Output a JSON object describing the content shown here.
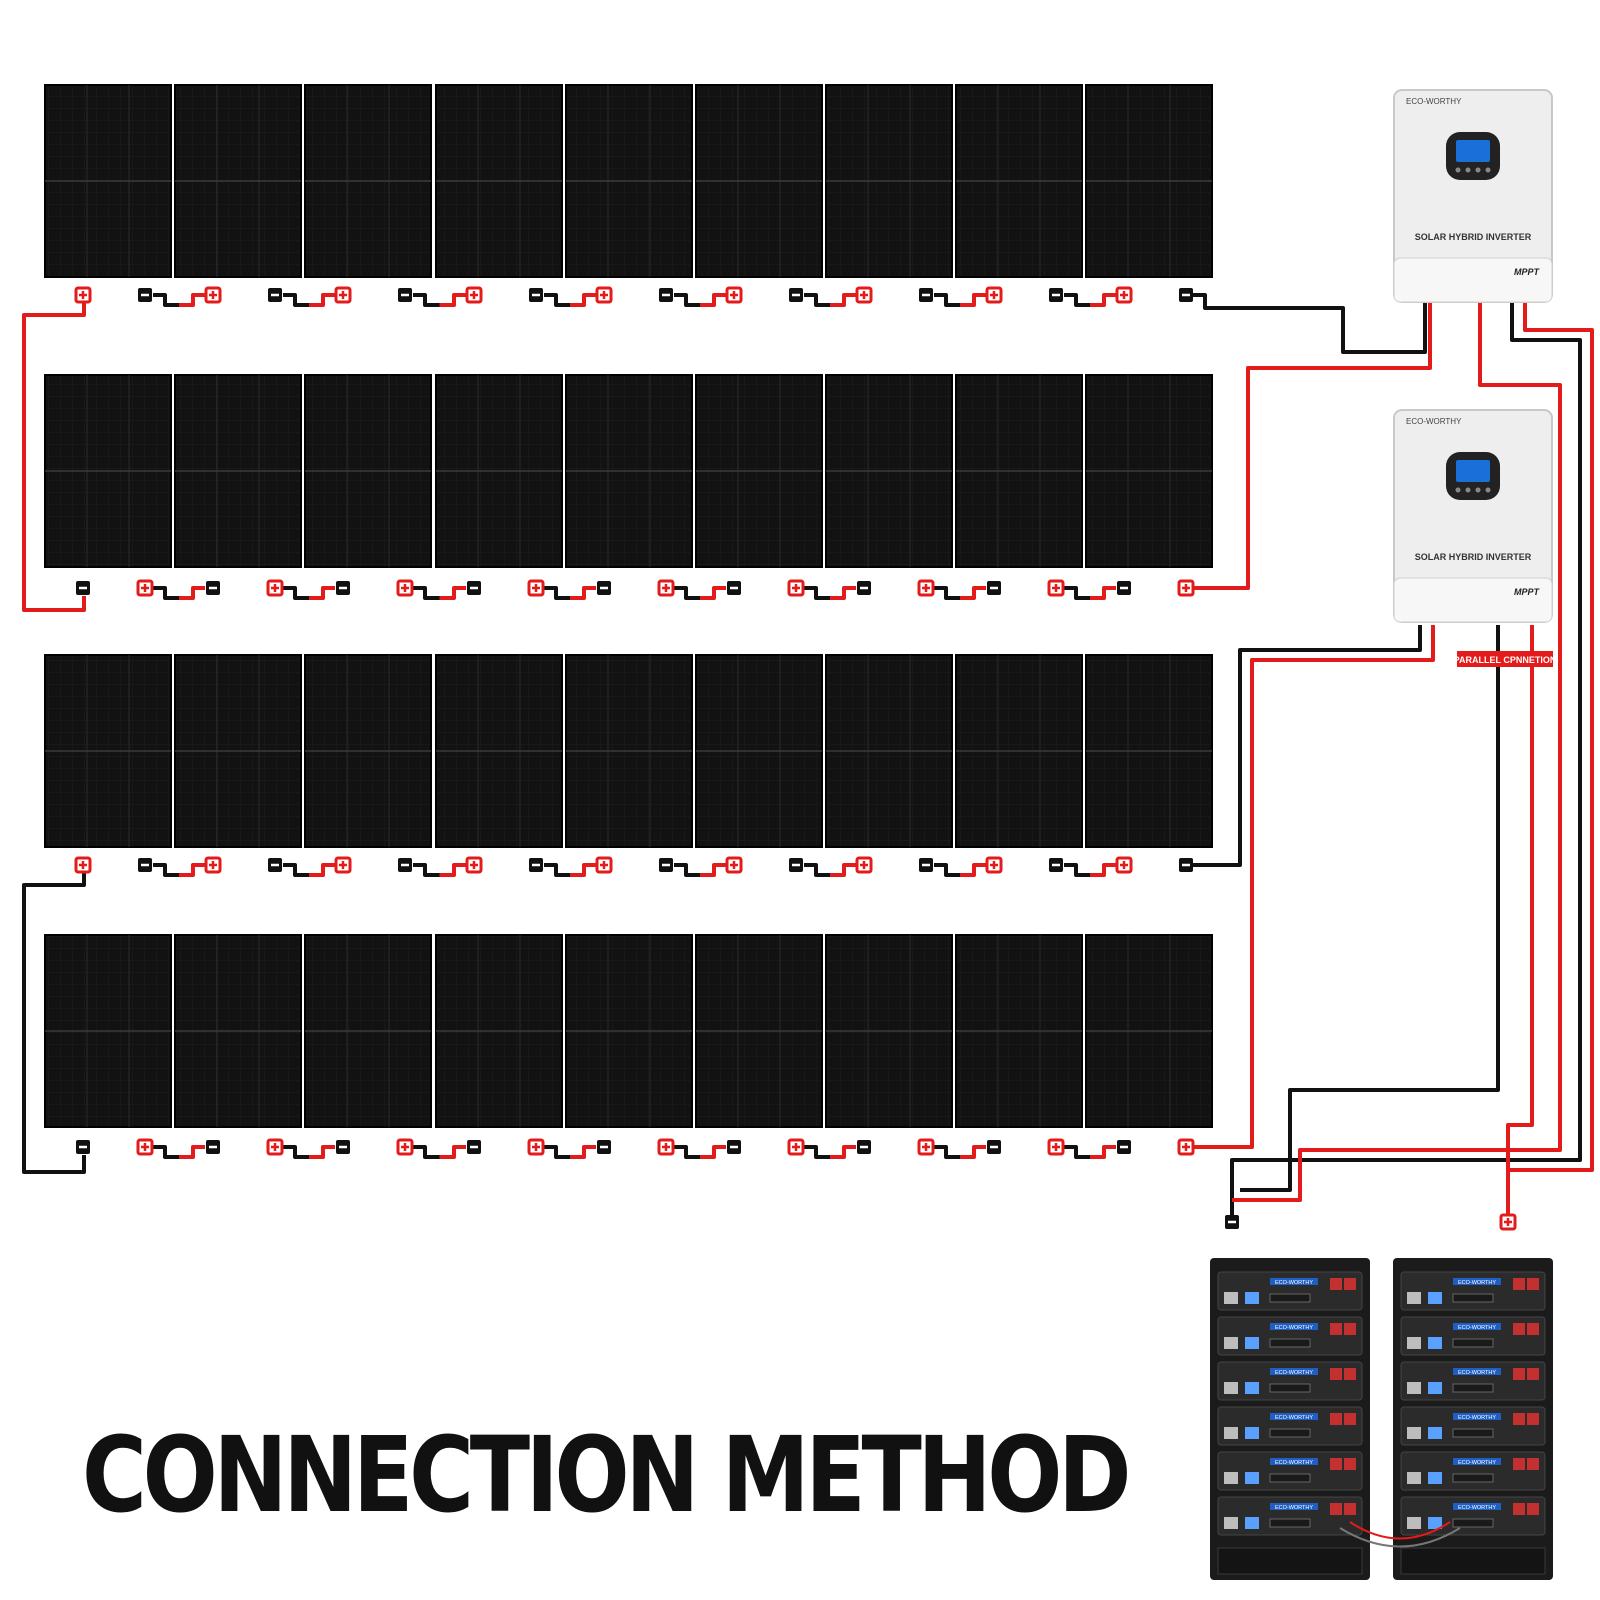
{
  "title": "CONNECTION METHOD",
  "inverters": [
    {
      "brand": "ECO-WORTHY",
      "label": "SOLAR HYBRID INVERTER",
      "badge": "MPPT"
    },
    {
      "brand": "ECO-WORTHY",
      "label": "SOLAR HYBRID INVERTER",
      "badge": "MPPT"
    }
  ],
  "parallel_label": "PARALLEL CPNNETION",
  "battery_brand": "ECO-WORTHY",
  "icons": {
    "positive": "plus-terminal-icon",
    "negative": "minus-terminal-icon",
    "panel": "solar-panel-icon",
    "inverter": "inverter-icon",
    "battery": "battery-module-icon"
  },
  "colors": {
    "positive_wire": "#e31b1b",
    "negative_wire": "#111111",
    "panel": "#121212",
    "inverter_body": "#eeeeee",
    "screen": "#1a6fd8",
    "battery_rack": "#1b1b1b",
    "battery_accent": "#1f5fc4"
  }
}
